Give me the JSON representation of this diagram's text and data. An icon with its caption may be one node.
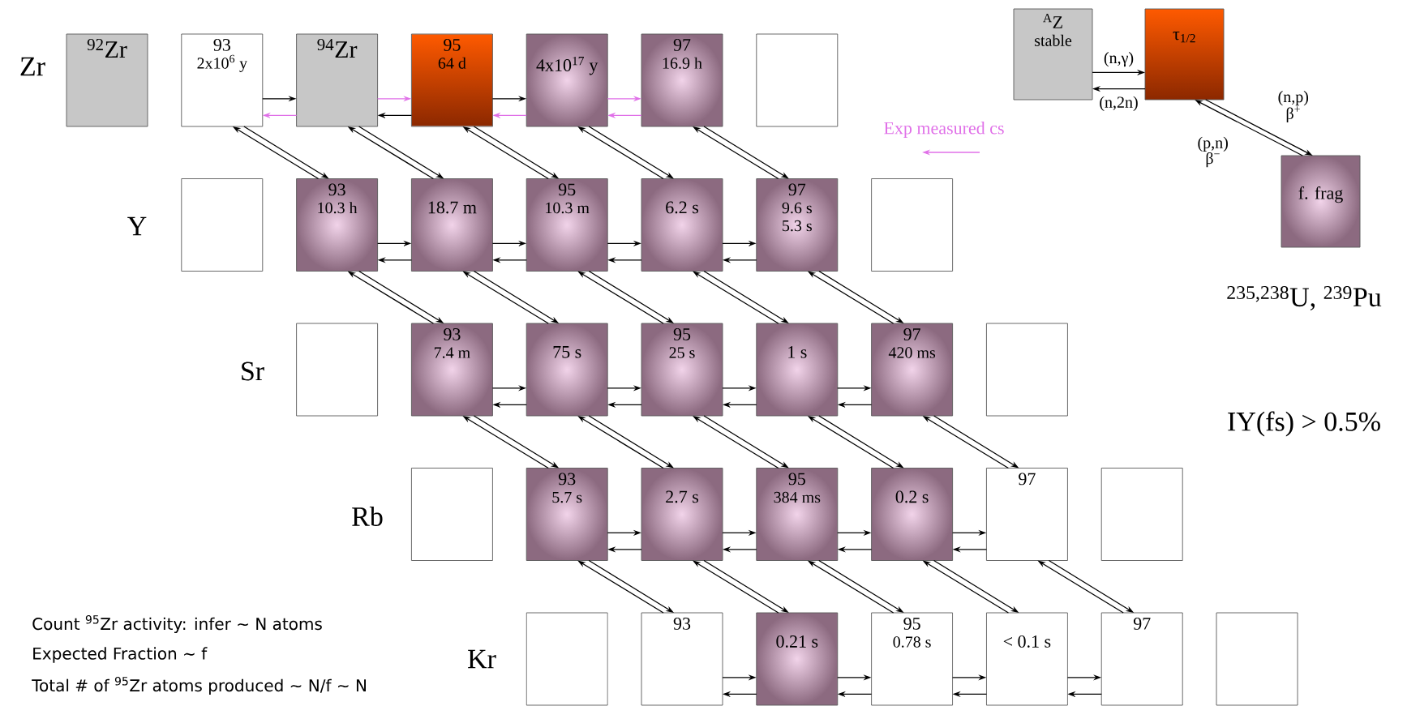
{
  "diagram": {
    "nodes": [
      {
        "text": [
          "$^{92}$Zr"
        ]
      },
      {
        "text": [
          "93",
          "2x10$^{6}$ y"
        ]
      },
      {
        "text": [
          "$^{94}$Zr"
        ]
      },
      {
        "text": [
          "95",
          "64 d"
        ]
      },
      {
        "text": [
          "4x10$^{17}$ y"
        ]
      },
      {
        "text": [
          "97",
          "16.9 h"
        ]
      },
      {
        "text": [],
        "shape": "box"
      },
      {
        "text": [],
        "shape": "box"
      },
      {
        "text": [
          "93",
          "10.3 h"
        ]
      },
      {
        "text": [
          "18.7 m"
        ]
      },
      {
        "text": [
          "95",
          "10.3 m"
        ]
      },
      {
        "text": [
          "6.2 s"
        ]
      },
      {
        "text": [
          "97",
          "9.6 s",
          "5.3 s"
        ]
      },
      {
        "text": [],
        "shape": "box"
      },
      {
        "text": [],
        "shape": "box"
      },
      {
        "text": [
          "93",
          "7.4 m"
        ]
      },
      {
        "text": [
          "75 s"
        ]
      },
      {
        "text": [
          "95",
          "25 s"
        ]
      },
      {
        "text": [
          "1 s"
        ]
      },
      {
        "text": [
          "97",
          "420 ms"
        ]
      },
      {
        "text": [],
        "shape": "box"
      },
      {
        "text": [],
        "shape": "box"
      },
      {
        "text": [
          "93",
          "5.7 s"
        ]
      },
      {
        "text": [
          "2.7 s"
        ]
      },
      {
        "text": [
          "95",
          "384 ms"
        ]
      },
      {
        "text": [
          "0.2 s"
        ]
      },
      {
        "text": [
          "97"
        ]
      },
      {
        "text": [],
        "shape": "box"
      },
      {
        "text": [],
        "shape": "box"
      },
      {
        "text": [
          "93"
        ]
      },
      {
        "text": [
          "0.21 s"
        ]
      },
      {
        "text": [
          "95",
          "0.78 s"
        ]
      },
      {
        "text": [
          "< 0.1 s"
        ]
      },
      {
        "text": [
          "97"
        ]
      },
      {
        "text": [],
        "shape": "box"
      },
      {
        "text": [
          "$^{A}$Z",
          "stable"
        ]
      },
      {
        "text": [
          "τ$_{1/2}$"
        ]
      },
      {
        "text": [
          "f. frag"
        ]
      }
    ],
    "edges": [
      {
        "from": 1,
        "to": 2,
        "arrow": "to"
      },
      {
        "from": 2,
        "to": 1,
        "arrow": "to",
        "color": "#e070e8"
      },
      {
        "from": 2,
        "to": 3,
        "arrow": "to",
        "color": "#e070e8"
      },
      {
        "from": 3,
        "to": 2,
        "arrow": "to"
      },
      {
        "from": 3,
        "to": 4,
        "arrow": "to"
      },
      {
        "from": 4,
        "to": 3,
        "arrow": "to",
        "color": "#e070e8"
      },
      {
        "from": 4,
        "to": 5,
        "arrow": "to",
        "color": "#e070e8"
      },
      {
        "from": 5,
        "to": 4,
        "arrow": "to",
        "color": "#e070e8"
      },
      {
        "from": 1,
        "to": 8,
        "arrow": "to"
      },
      {
        "from": 8,
        "to": 1,
        "arrow": "to"
      },
      {
        "from": 2,
        "to": 9,
        "arrow": "to"
      },
      {
        "from": 9,
        "to": 2,
        "arrow": "to"
      },
      {
        "from": 3,
        "to": 10,
        "arrow": "to"
      },
      {
        "from": 10,
        "to": 3,
        "arrow": "to"
      },
      {
        "from": 4,
        "to": 11,
        "arrow": "to"
      },
      {
        "from": 11,
        "to": 4,
        "arrow": "to"
      },
      {
        "from": 5,
        "to": 12,
        "arrow": "to"
      },
      {
        "from": 12,
        "to": 5,
        "arrow": "to"
      },
      {
        "from": 8,
        "to": 9,
        "arrow": "to"
      },
      {
        "from": 9,
        "to": 8,
        "arrow": "to"
      },
      {
        "from": 9,
        "to": 10,
        "arrow": "to"
      },
      {
        "from": 10,
        "to": 9,
        "arrow": "to"
      },
      {
        "from": 10,
        "to": 11,
        "arrow": "to"
      },
      {
        "from": 11,
        "to": 10,
        "arrow": "to"
      },
      {
        "from": 11,
        "to": 12,
        "arrow": "to"
      },
      {
        "from": 12,
        "to": 11,
        "arrow": "to"
      },
      {
        "from": 8,
        "to": 15,
        "arrow": "to"
      },
      {
        "from": 15,
        "to": 8,
        "arrow": "to"
      },
      {
        "from": 9,
        "to": 16,
        "arrow": "to"
      },
      {
        "from": 16,
        "to": 9,
        "arrow": "to"
      },
      {
        "from": 10,
        "to": 17,
        "arrow": "to"
      },
      {
        "from": 17,
        "to": 10,
        "arrow": "to"
      },
      {
        "from": 11,
        "to": 18,
        "arrow": "to"
      },
      {
        "from": 18,
        "to": 11,
        "arrow": "to"
      },
      {
        "from": 12,
        "to": 19,
        "arrow": "to"
      },
      {
        "from": 19,
        "to": 12,
        "arrow": "to"
      },
      {
        "from": 15,
        "to": 16,
        "arrow": "to"
      },
      {
        "from": 16,
        "to": 15,
        "arrow": "to"
      },
      {
        "from": 16,
        "to": 17,
        "arrow": "to"
      },
      {
        "from": 17,
        "to": 16,
        "arrow": "to"
      },
      {
        "from": 17,
        "to": 18,
        "arrow": "to"
      },
      {
        "from": 18,
        "to": 17,
        "arrow": "to"
      },
      {
        "from": 18,
        "to": 19,
        "arrow": "to"
      },
      {
        "from": 19,
        "to": 18,
        "arrow": "to"
      },
      {
        "from": 15,
        "to": 22,
        "arrow": "to"
      },
      {
        "from": 22,
        "to": 15,
        "arrow": "to"
      },
      {
        "from": 16,
        "to": 23,
        "arrow": "to"
      },
      {
        "from": 23,
        "to": 16,
        "arrow": "to"
      },
      {
        "from": 17,
        "to": 24,
        "arrow": "to"
      },
      {
        "from": 24,
        "to": 17,
        "arrow": "to"
      },
      {
        "from": 18,
        "to": 25,
        "arrow": "to"
      },
      {
        "from": 25,
        "to": 18,
        "arrow": "to"
      },
      {
        "from": 19,
        "to": 26,
        "arrow": "to"
      },
      {
        "from": 26,
        "to": 19,
        "arrow": "to"
      },
      {
        "from": 22,
        "to": 23,
        "arrow": "to"
      },
      {
        "from": 23,
        "to": 22,
        "arrow": "to"
      },
      {
        "from": 23,
        "to": 24,
        "arrow": "to"
      },
      {
        "from": 24,
        "to": 23,
        "arrow": "to"
      },
      {
        "from": 24,
        "to": 25,
        "arrow": "to"
      },
      {
        "from": 25,
        "to": 24,
        "arrow": "to"
      },
      {
        "from": 25,
        "to": 26,
        "arrow": "to"
      },
      {
        "from": 26,
        "to": 25,
        "arrow": "to"
      },
      {
        "from": 22,
        "to": 29,
        "arrow": "to"
      },
      {
        "from": 29,
        "to": 22,
        "arrow": "to"
      },
      {
        "from": 23,
        "to": 30,
        "arrow": "to"
      },
      {
        "from": 30,
        "to": 23,
        "arrow": "to"
      },
      {
        "from": 24,
        "to": 31,
        "arrow": "to"
      },
      {
        "from": 31,
        "to": 24,
        "arrow": "to"
      },
      {
        "from": 25,
        "to": 32,
        "arrow": "to"
      },
      {
        "from": 32,
        "to": 25,
        "arrow": "to"
      },
      {
        "from": 26,
        "to": 33,
        "arrow": "to"
      },
      {
        "from": 33,
        "to": 26,
        "arrow": "to"
      },
      {
        "from": 29,
        "to": 30,
        "arrow": "to"
      },
      {
        "from": 30,
        "to": 29,
        "arrow": "to"
      },
      {
        "from": 30,
        "to": 31,
        "arrow": "to"
      },
      {
        "from": 31,
        "to": 30,
        "arrow": "to"
      },
      {
        "from": 31,
        "to": 32,
        "arrow": "to"
      },
      {
        "from": 32,
        "to": 31,
        "arrow": "to"
      },
      {
        "from": 32,
        "to": 33,
        "arrow": "to"
      },
      {
        "from": 33,
        "to": 32,
        "arrow": "to"
      },
      {
        "from": 35,
        "to": 36,
        "arrow": "to",
        "label": "(n,γ)"
      },
      {
        "from": 36,
        "to": 35,
        "arrow": "to",
        "label": "(n,2n)"
      },
      {
        "from": 36,
        "to": 37,
        "arrow": "to",
        "label": "(n,p) β$^{+}$"
      },
      {
        "from": 37,
        "to": 36,
        "arrow": "to",
        "label": "(p,n) β$^{−}$"
      }
    ],
    "labels": [
      "Zr",
      "Y",
      "$^{235,238}$U, $^{239}$Pu",
      "Sr",
      "IY(fs) > 0.5%",
      "Rb",
      "Count $^{95}$Zr activity: infer ~ N atoms",
      "Kr",
      "Expected Fraction ~ f",
      "Total # of $^{95}$Zr atoms produced ~ N/f ~ N"
    ],
    "legend": [
      {
        "text": "Exp measured cs"
      }
    ]
  }
}
